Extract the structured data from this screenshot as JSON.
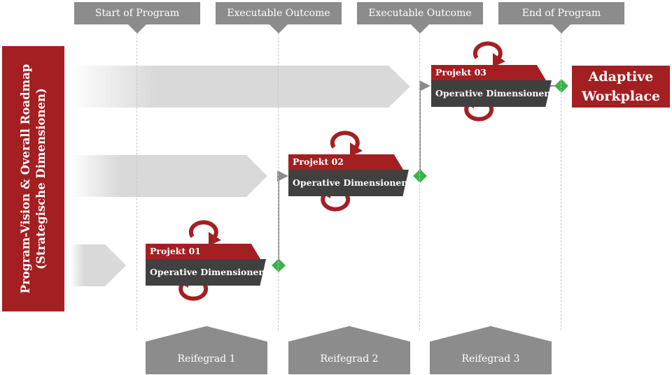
{
  "milestones": [
    "Start of Program",
    "Executable Outcome",
    "Executable Outcome",
    "End of Program"
  ],
  "vision": {
    "line1": "Program-Vision & Overall Roadmap",
    "line2": "(Strategische Dimensionen)"
  },
  "goal": {
    "line1": "Adaptive",
    "line2": "Workplace"
  },
  "projects": [
    {
      "title": "Projekt 01",
      "subtitle": "Operative Dimensionen"
    },
    {
      "title": "Projekt 02",
      "subtitle": "Operative Dimensionen"
    },
    {
      "title": "Projekt 03",
      "subtitle": "Operative Dimensionen"
    }
  ],
  "maturity_levels": [
    "Reifegrad 1",
    "Reifegrad 2",
    "Reifegrad 3"
  ],
  "colors": {
    "accent_red": "#a31f22",
    "dark_gray": "#404040",
    "mid_gray": "#8c8c8c",
    "diamond_green": "#3ab34a"
  }
}
